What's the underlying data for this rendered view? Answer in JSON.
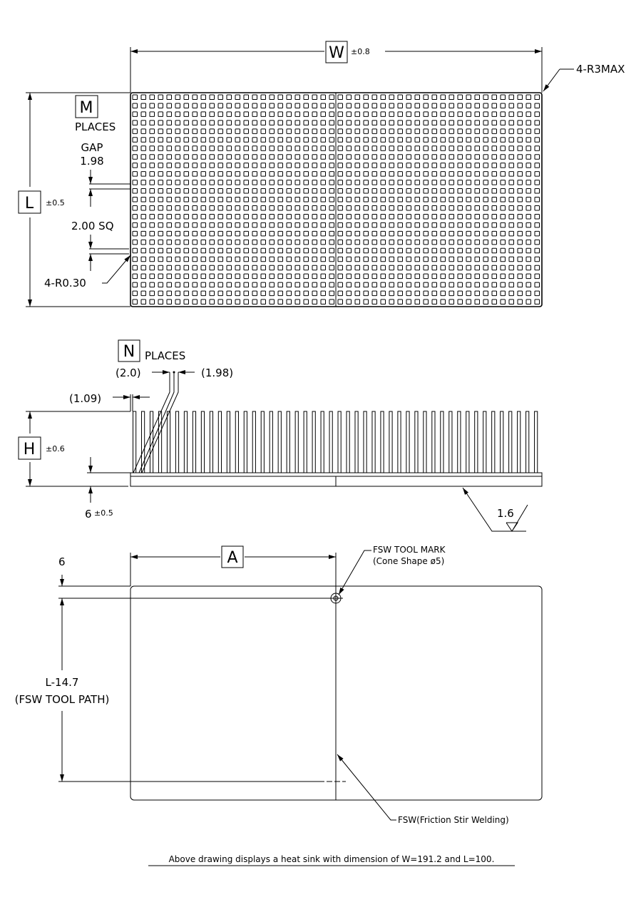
{
  "top_view": {
    "w_label": "W",
    "w_tol": "±0.8",
    "corner_radius": "4-R3MAX",
    "l_label": "L",
    "l_tol": "±0.5",
    "m_label": "M",
    "m_places": "PLACES",
    "gap_label": "GAP",
    "gap_value": "1.98",
    "pin_size": "2.00 SQ",
    "pin_radius": "4-R0.30"
  },
  "side_view": {
    "n_label": "N",
    "n_places": "PLACES",
    "pitch_left": "(2.0)",
    "pitch_right": "(1.98)",
    "edge": "(1.09)",
    "h_label": "H",
    "h_tol": "±0.6",
    "base": "6",
    "base_tol": "±0.5",
    "surface_finish": "1.6"
  },
  "bottom_view": {
    "a_label": "A",
    "offset": "6",
    "path_len": "L-14.7",
    "path_label": "(FSW TOOL PATH)",
    "tool_mark": "FSW TOOL MARK",
    "tool_mark_shape": "(Cone Shape ø5)",
    "fsw": "FSW(Friction Stir Welding)"
  },
  "caption": "Above drawing displays a heat sink with dimension of W=191.2 and L=100."
}
